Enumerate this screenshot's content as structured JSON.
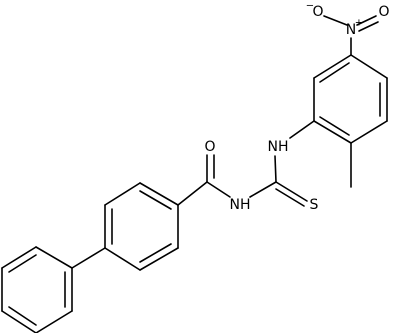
{
  "colors": {
    "bond": "#000000",
    "background": "#ffffff",
    "label": "#000000"
  },
  "atoms": {
    "nitro_o_left": "O",
    "nitro_o_right": "O",
    "nitro_n": "N",
    "nitro_n_charge": "+",
    "nitro_o_charge": "−",
    "amine_nh": "NH",
    "amide_o": "O",
    "imide_nh": "NH",
    "thio_s": "S"
  }
}
